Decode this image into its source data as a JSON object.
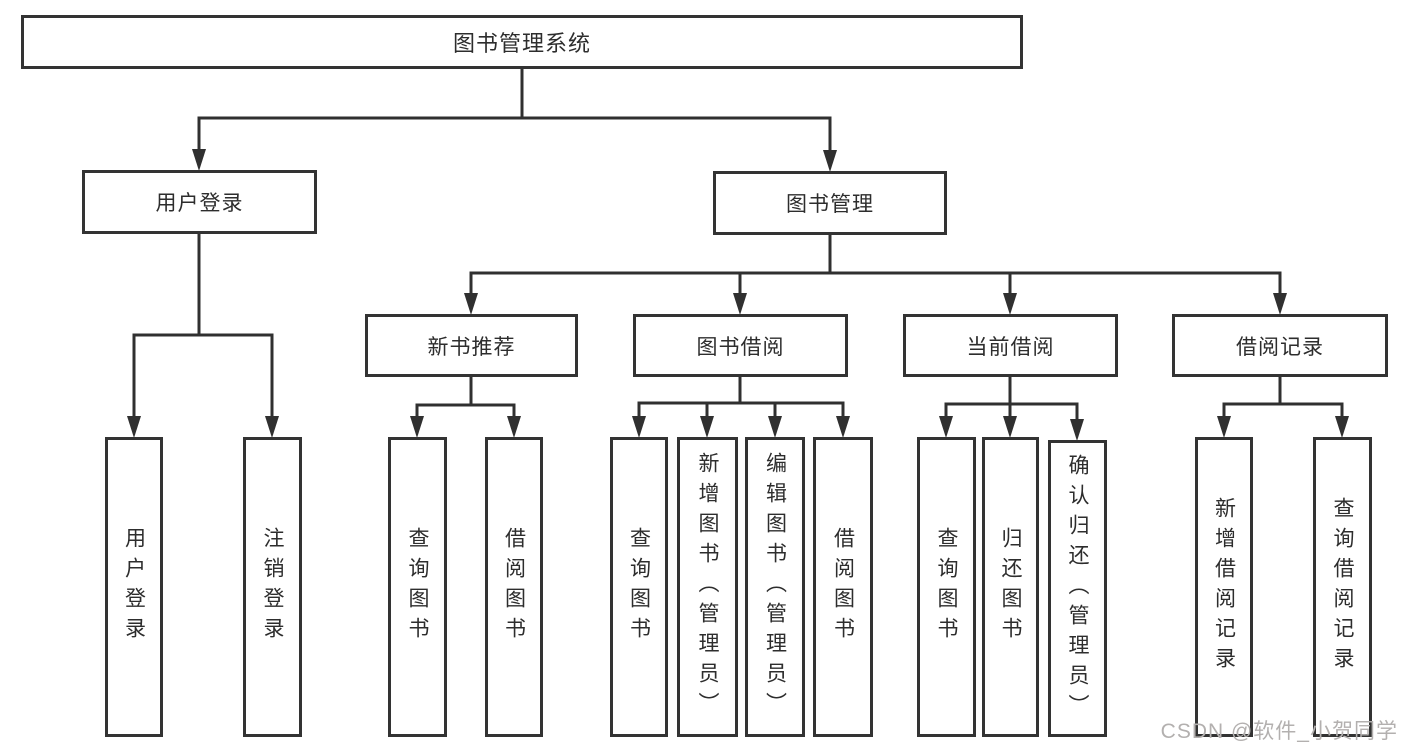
{
  "tree": {
    "label": "图书管理系统",
    "children": [
      {
        "label": "用户登录",
        "children": [
          {
            "label": "用户登录"
          },
          {
            "label": "注销登录"
          }
        ]
      },
      {
        "label": "图书管理",
        "children": [
          {
            "label": "新书推荐",
            "children": [
              {
                "label": "查询图书"
              },
              {
                "label": "借阅图书"
              }
            ]
          },
          {
            "label": "图书借阅",
            "children": [
              {
                "label": "查询图书"
              },
              {
                "label": "新增图书（管理员）"
              },
              {
                "label": "编辑图书（管理员）"
              },
              {
                "label": "借阅图书"
              }
            ]
          },
          {
            "label": "当前借阅",
            "children": [
              {
                "label": "查询图书"
              },
              {
                "label": "归还图书"
              },
              {
                "label": "确认归还（管理员）"
              }
            ]
          },
          {
            "label": "借阅记录",
            "children": [
              {
                "label": "新增借阅记录"
              },
              {
                "label": "查询借阅记录"
              }
            ]
          }
        ]
      }
    ]
  },
  "watermark": {
    "text": "CSDN @软件_小贺同学"
  },
  "colors": {
    "line": "#303030",
    "box_border": "#333333",
    "text": "#2d2d2d",
    "watermark": "#b3b0af",
    "background": "#ffffff"
  }
}
